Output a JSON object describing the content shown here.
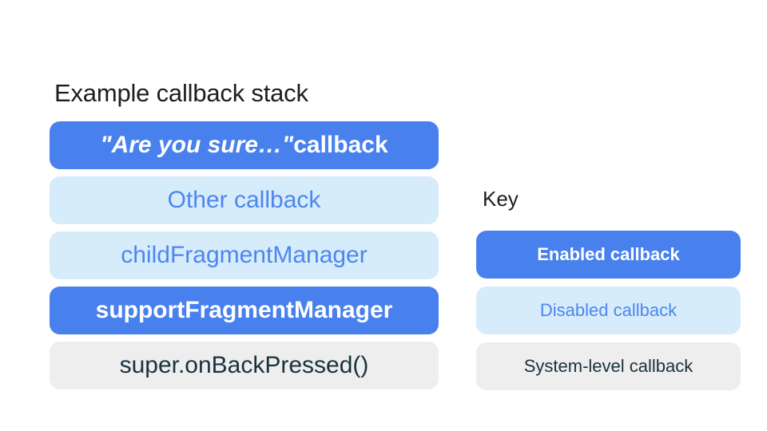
{
  "title": "Example callback stack",
  "stack": {
    "items": [
      {
        "type": "enabled",
        "quote": "\"Are you sure…\"",
        "rest": " callback"
      },
      {
        "type": "disabled",
        "label": "Other callback"
      },
      {
        "type": "disabled",
        "label": "childFragmentManager"
      },
      {
        "type": "enabled",
        "label": "supportFragmentManager"
      },
      {
        "type": "system",
        "label": "super.onBackPressed()"
      }
    ]
  },
  "key": {
    "title": "Key",
    "items": [
      {
        "type": "enabled",
        "label": "Enabled callback"
      },
      {
        "type": "disabled",
        "label": "Disabled callback"
      },
      {
        "type": "system",
        "label": "System-level callback"
      }
    ]
  },
  "colors": {
    "enabled_bg": "#4880EE",
    "enabled_text": "#FFFFFF",
    "disabled_bg": "#D7ECFB",
    "disabled_text": "#4C86EF",
    "system_bg": "#EDEEED",
    "system_text": "#1A323F"
  }
}
